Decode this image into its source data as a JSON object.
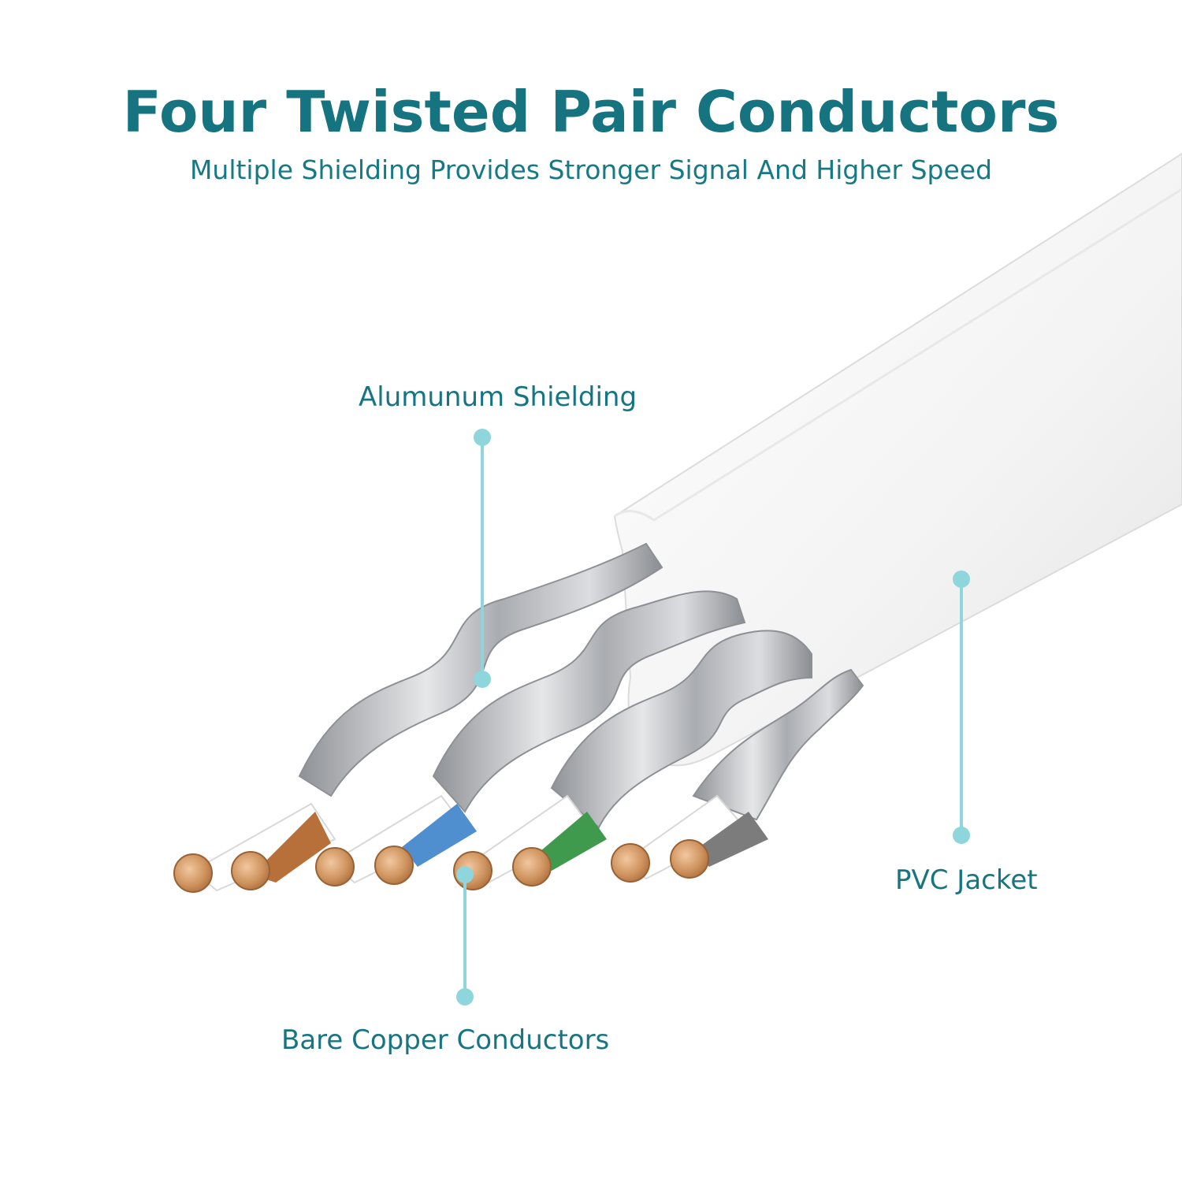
{
  "header": {
    "title": "Four Twisted Pair Conductors",
    "subtitle": "Multiple Shielding Provides Stronger Signal And Higher Speed"
  },
  "callouts": {
    "shielding": "Alumunum Shielding",
    "jacket": "PVC Jacket",
    "conductors": "Bare Copper Conductors"
  },
  "colors": {
    "title": "#157480",
    "callout_line": "#8ed6dc",
    "pair_orange": "#b8703a",
    "pair_blue": "#4f8ecf",
    "pair_green": "#3f9a4e",
    "pair_gray": "#7c7c7c",
    "copper": "#d19b6c",
    "foil": "#b9bcc0",
    "jacket": "#f4f4f4"
  }
}
